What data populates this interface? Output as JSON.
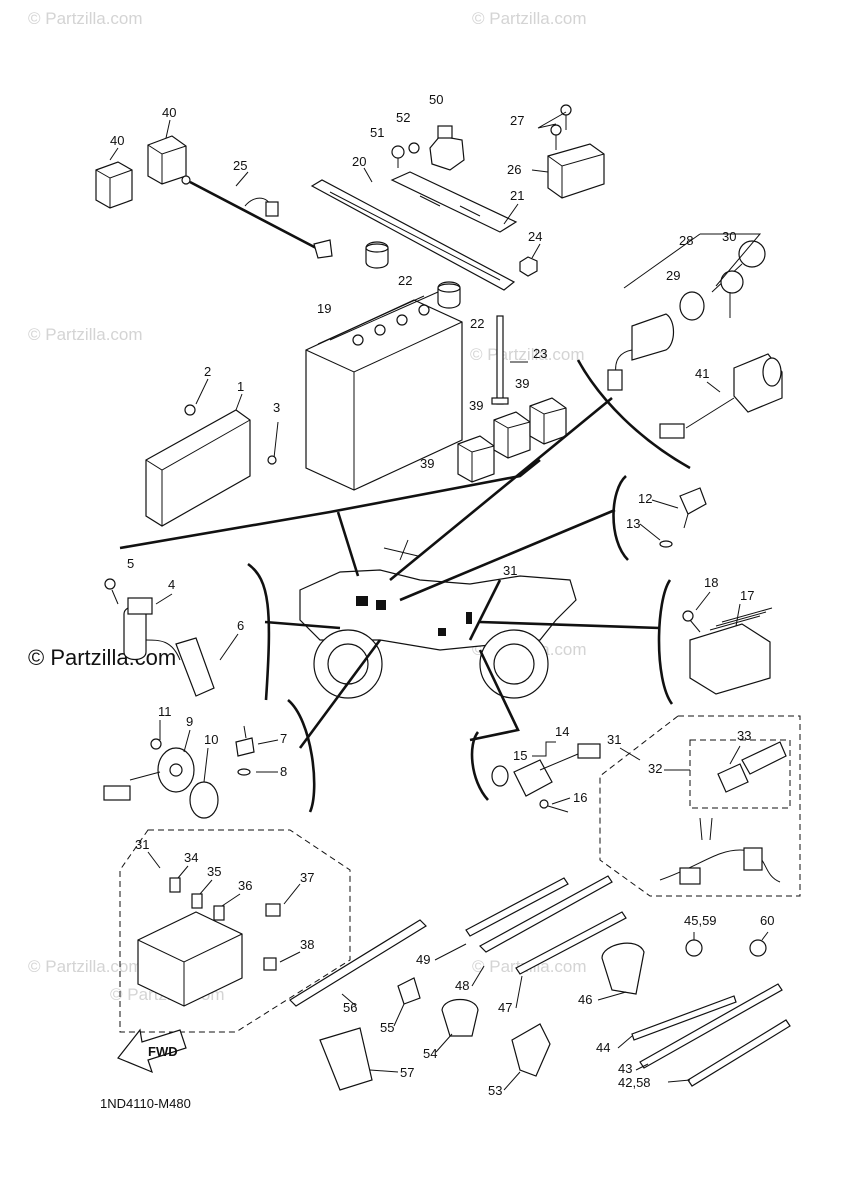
{
  "watermarks": [
    {
      "text": "© Partzilla.com"
    },
    {
      "text": "© Partzilla.com"
    },
    {
      "text": "© Partzilla.com"
    },
    {
      "text": "© Partzilla.com"
    },
    {
      "text": "© Partzilla.com"
    },
    {
      "text": "© Partzilla.com"
    },
    {
      "text": "© Partzilla.com"
    },
    {
      "text": "© Partzilla.com"
    }
  ],
  "main_watermark": "© Partzilla.com",
  "diagram_code": "1ND4110-M480",
  "fwd_label": "FWD",
  "callouts": {
    "c1": "1",
    "c2": "2",
    "c3": "3",
    "c4": "4",
    "c5": "5",
    "c6": "6",
    "c7": "7",
    "c8": "8",
    "c9": "9",
    "c10": "10",
    "c11": "11",
    "c12": "12",
    "c13": "13",
    "c14": "14",
    "c15": "15",
    "c16": "16",
    "c17": "17",
    "c18": "18",
    "c19": "19",
    "c20": "20",
    "c21": "21",
    "c22a": "22",
    "c22b": "22",
    "c23": "23",
    "c24": "24",
    "c25": "25",
    "c26": "26",
    "c27": "27",
    "c28": "28",
    "c29": "29",
    "c30": "30",
    "c31a": "31",
    "c31b": "31",
    "c31c": "31",
    "c32": "32",
    "c33": "33",
    "c34": "34",
    "c35": "35",
    "c36": "36",
    "c37": "37",
    "c38": "38",
    "c39a": "39",
    "c39b": "39",
    "c39c": "39",
    "c40a": "40",
    "c40b": "40",
    "c41": "41",
    "c42": "42,58",
    "c43": "43",
    "c44": "44",
    "c45": "45,59",
    "c46": "46",
    "c47": "47",
    "c48": "48",
    "c49": "49",
    "c50": "50",
    "c51": "51",
    "c52": "52",
    "c53": "53",
    "c54": "54",
    "c55": "55",
    "c56": "56",
    "c57": "57",
    "c60": "60"
  }
}
